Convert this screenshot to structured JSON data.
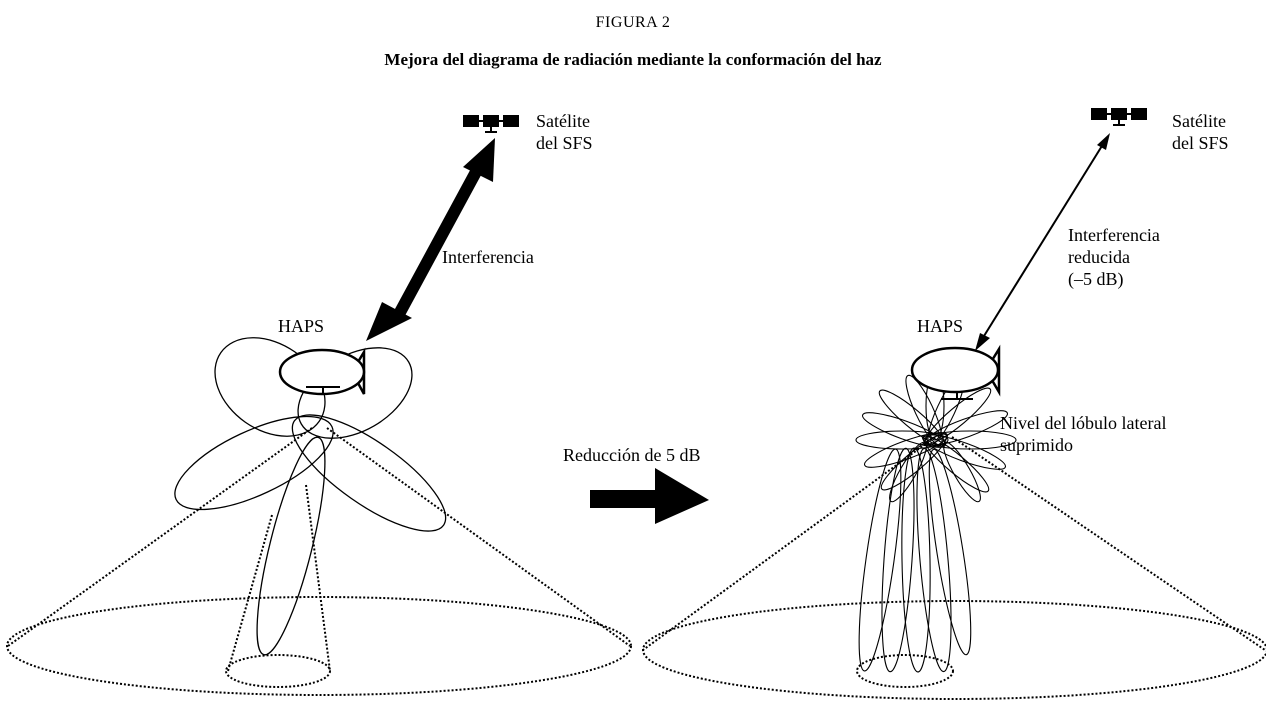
{
  "figure": {
    "number": "FIGURA 2",
    "title": "Mejora del diagrama de radiación mediante la conformación del haz"
  },
  "left_panel": {
    "satellite_line1": "Satélite",
    "satellite_line2": "del SFS",
    "interference": "Interferencia",
    "haps": "HAPS"
  },
  "middle": {
    "reduction": "Reducción de 5 dB"
  },
  "right_panel": {
    "satellite_line1": "Satélite",
    "satellite_line2": "del SFS",
    "interference_line1": "Interferencia",
    "interference_line2": "reducida",
    "interference_line3": "(–5 dB)",
    "haps": "HAPS",
    "sidelobe_line1": "Nivel del lóbulo lateral",
    "sidelobe_line2": "suprimido"
  }
}
